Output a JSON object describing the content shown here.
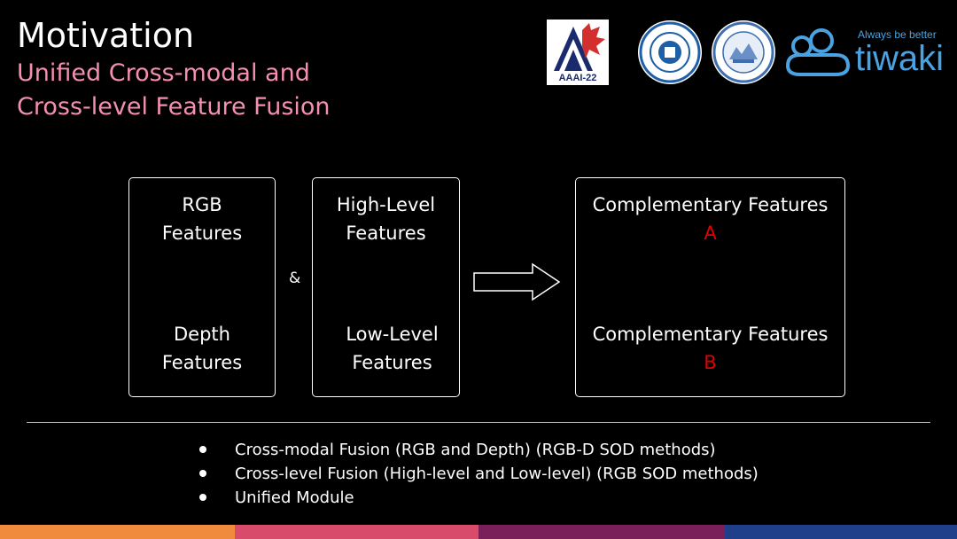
{
  "slide": {
    "title": "Motivation",
    "subtitle_lines": [
      "Unified Cross-modal and",
      "Cross-level Feature Fusion"
    ]
  },
  "logos": {
    "aaai": {
      "text": "AAAI-22"
    },
    "seal_dalian": {
      "icon": "dalian-university-seal-icon"
    },
    "seal_lab": {
      "icon": "pengcheng-lab-seal-icon"
    },
    "tiwaki": {
      "tagline": "Always be better",
      "name": "tiwaki"
    }
  },
  "diagram": {
    "box1": {
      "top": [
        "RGB",
        "Features"
      ],
      "bottom": [
        "Depth",
        "Features"
      ]
    },
    "ampersand": "&",
    "box2": {
      "top": [
        "High-Level",
        "Features"
      ],
      "bottom": [
        "Low-Level",
        "Features"
      ]
    },
    "box3": {
      "top": {
        "label": "Complementary Features",
        "letter": "A"
      },
      "bottom": {
        "label": "Complementary Features",
        "letter": "B"
      }
    }
  },
  "bullets": [
    "Cross-modal Fusion (RGB and Depth) (RGB-D SOD methods)",
    "Cross-level Fusion (High-level and Low-level) (RGB SOD methods)",
    "Unified Module"
  ],
  "colors": {
    "background": "#000000",
    "subtitle": "#f48fb1",
    "highlight": "#e00000",
    "footer_bar": [
      "#f08a3c",
      "#d84b6b",
      "#7a1f5a",
      "#1f3f8a"
    ]
  }
}
